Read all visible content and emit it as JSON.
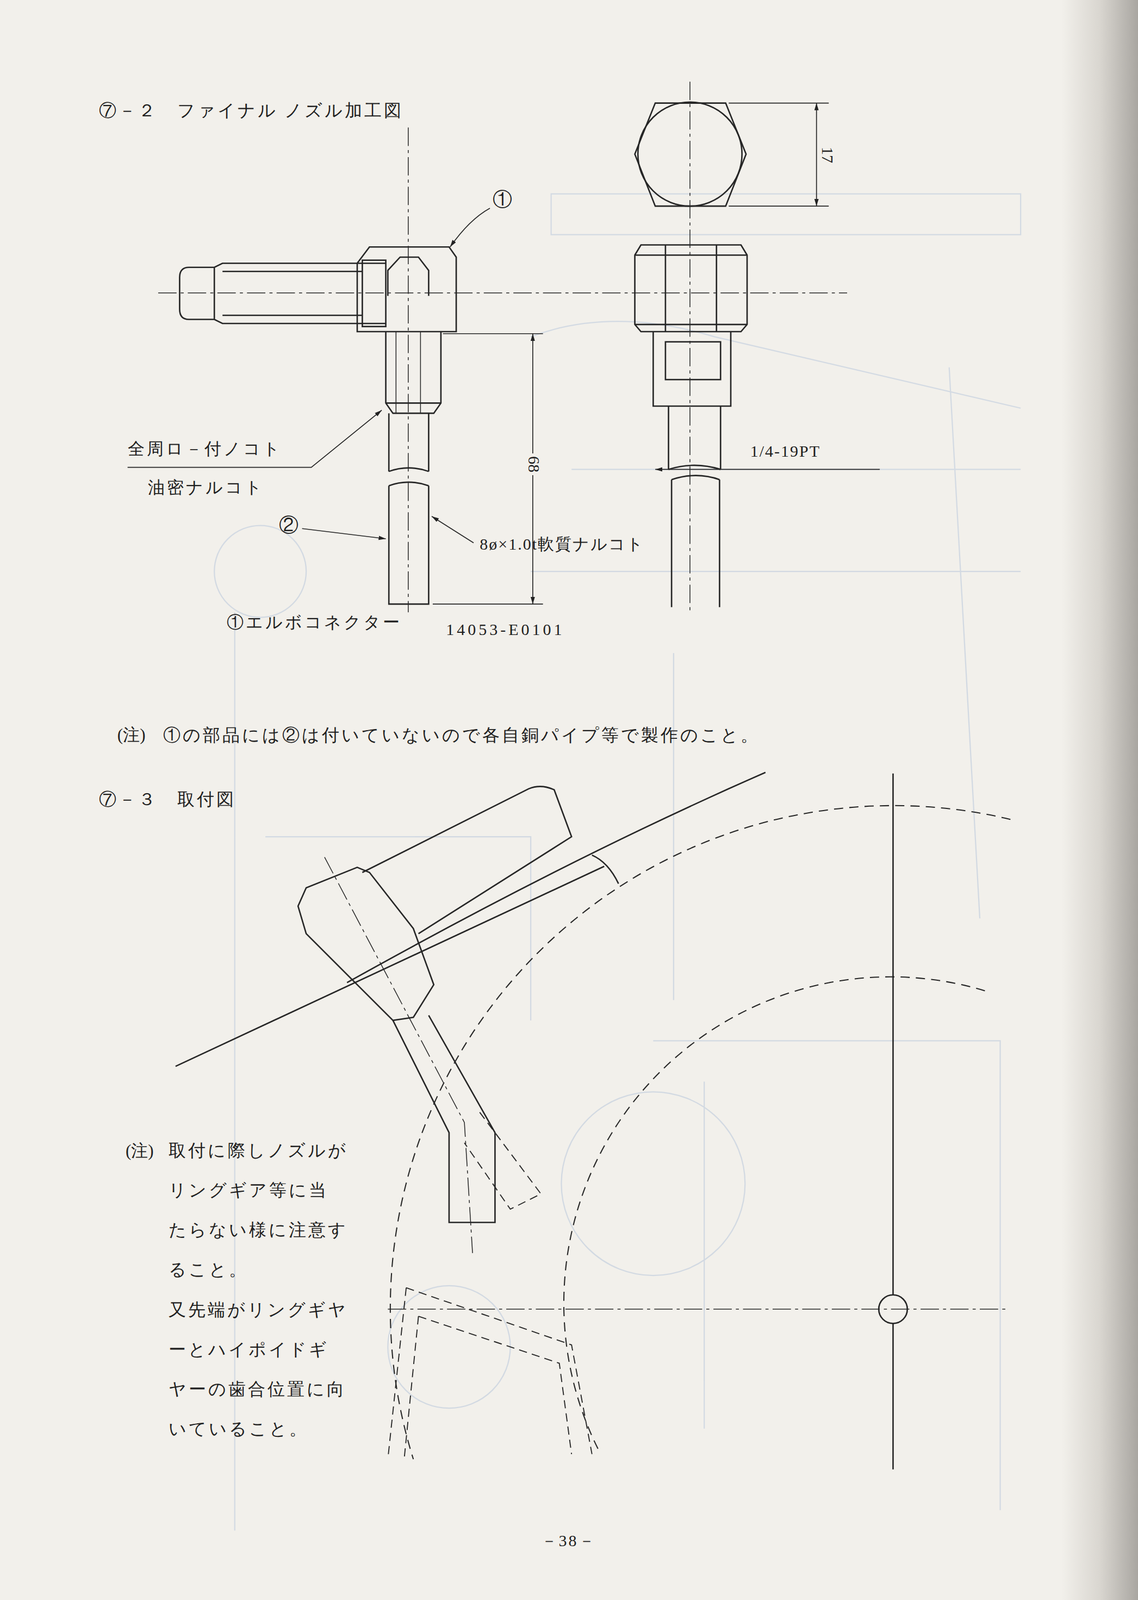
{
  "diagram": {
    "title": "⑦－２　ファイナル ノズル加工図",
    "labels": [
      "①",
      "17",
      "全周ロ－付ノコト",
      "油密ナルコト",
      "68",
      "1/4-19PT",
      "②",
      "8ø×1.0t軟質ナルコト",
      "①エルボコネクター",
      "14053-E0101",
      "(注)",
      "①の部品には②は付いていないので各自銅パイプ等で製作のこと。",
      "⑦－３　取付図",
      "(注)",
      "取付に際しノズルがリングギア等に当たらない様に注意すること。",
      "又先端がリングギヤーとハイポイドギヤーの歯合位置に向いていること。",
      "－38－"
    ]
  }
}
